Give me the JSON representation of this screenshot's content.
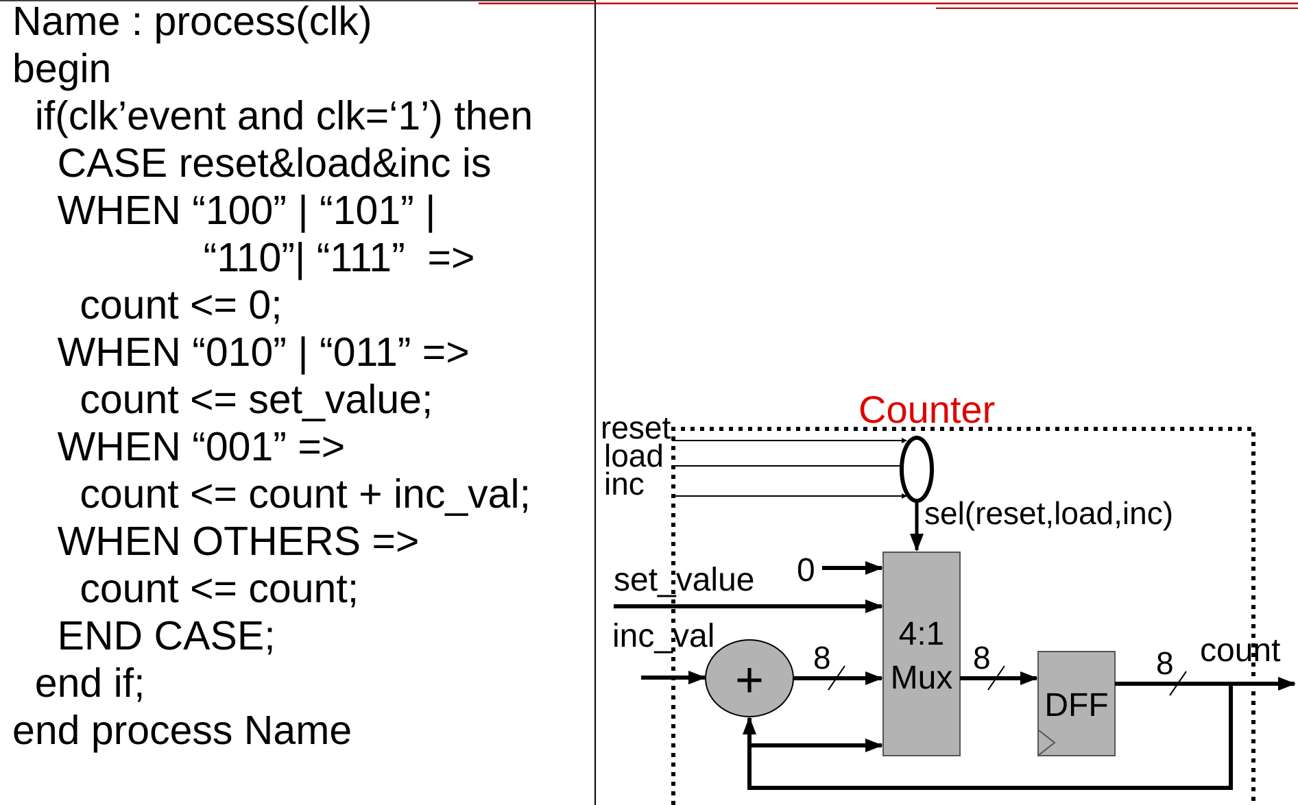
{
  "code": {
    "lines": [
      "Name : process(clk)",
      "begin",
      "  if(clk’event and clk=‘1’) then",
      "    CASE reset&load&inc is",
      "    WHEN “100” | “101” |",
      "                 “110”| “111”  =>",
      "      count <= 0;",
      "    WHEN “010” | “011” =>",
      "      count <= set_value;",
      "    WHEN “001” =>",
      "      count <= count + inc_val;",
      "    WHEN OTHERS =>",
      "      count <= count;",
      "    END CASE;",
      "  end if;",
      "end process Name"
    ]
  },
  "diagram": {
    "title": "Counter",
    "inputs": {
      "reset": "reset",
      "load": "load",
      "inc": "inc",
      "set_value": "set_value",
      "inc_val": "inc_val"
    },
    "constant_zero": "0",
    "select_label": "sel(reset,load,inc)",
    "adder_symbol": "+",
    "mux_label_1": "4:1",
    "mux_label_2": "Mux",
    "dff_label": "DFF",
    "bus_width_1": "8",
    "bus_width_2": "8",
    "bus_width_3": "8",
    "output": "count"
  },
  "colors": {
    "title": "#e00000",
    "accent_line": "#c00000",
    "block_fill": "#b3b3b3"
  }
}
